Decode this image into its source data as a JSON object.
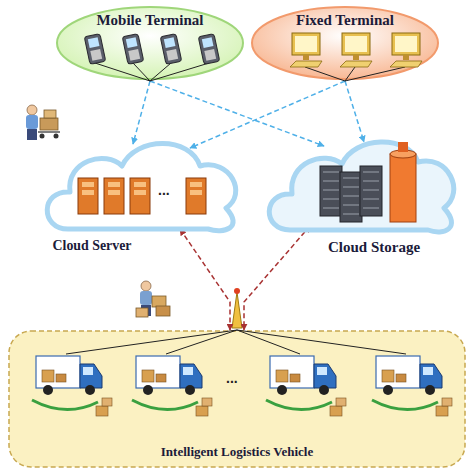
{
  "diagram": {
    "nodes": [
      {
        "text": [
          "Mobile Terminal"
        ]
      },
      {
        "text": [
          "Fixed Terminal"
        ]
      },
      {
        "text": [
          "Cloud Server"
        ]
      },
      {
        "text": [
          "Cloud Storage"
        ]
      },
      {
        "text": [
          "Intelligent Logistics Vehicle"
        ]
      }
    ],
    "edges": [
      {
        "from": 0,
        "to": 2,
        "arrow": "to"
      },
      {
        "from": 0,
        "to": 3,
        "arrow": "to"
      },
      {
        "from": 1,
        "to": 2,
        "arrow": "to"
      },
      {
        "from": 1,
        "to": 3,
        "arrow": "to"
      },
      {
        "from": 2,
        "to": 4,
        "arrow": "both"
      },
      {
        "from": 3,
        "to": 4,
        "arrow": "both"
      }
    ],
    "labels": [
      "...",
      "..."
    ]
  }
}
